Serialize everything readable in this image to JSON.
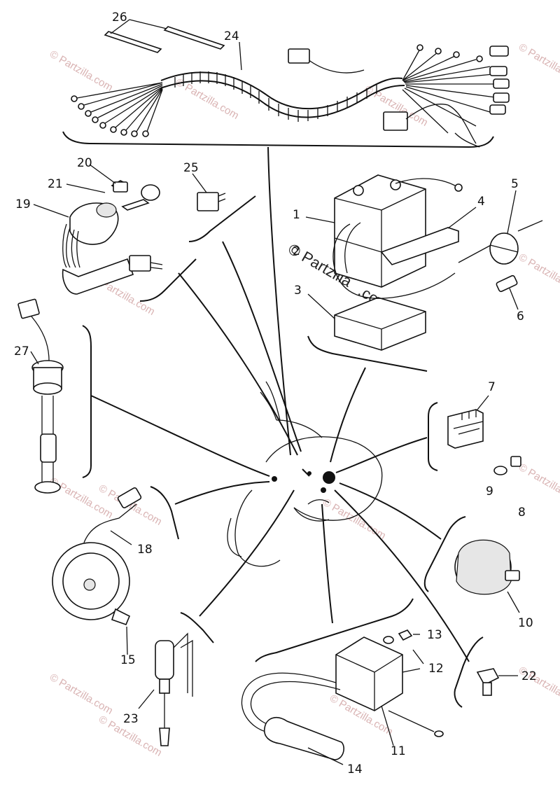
{
  "labels": {
    "p1": "1",
    "p2": "2",
    "p3": "3",
    "p4": "4",
    "p5": "5",
    "p6": "6",
    "p7": "7",
    "p8": "8",
    "p9": "9",
    "p10": "10",
    "p11": "11",
    "p12": "12",
    "p13": "13",
    "p14": "14",
    "p15": "15",
    "p18": "18",
    "p19": "19",
    "p20": "20",
    "p21": "21",
    "p22": "22",
    "p23": "23",
    "p24": "24",
    "p25": "25",
    "p26": "26",
    "p27": "27"
  },
  "watermark": {
    "small": "© Partzilla.com",
    "center_line1": "© Partzilla",
    "center_line2": ".com"
  }
}
